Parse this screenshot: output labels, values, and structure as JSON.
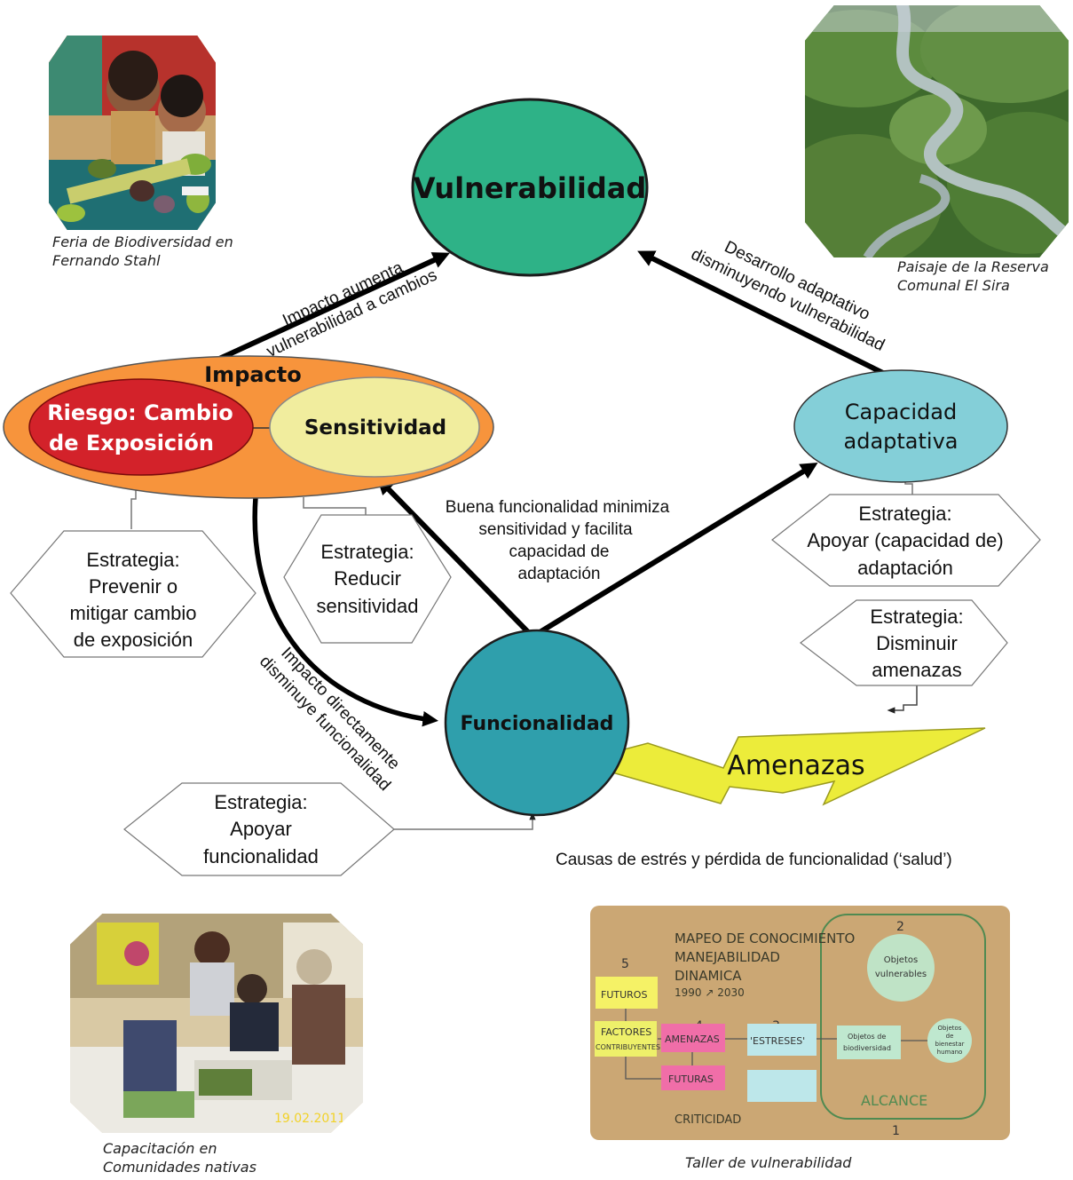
{
  "photos": {
    "feria": {
      "caption_1": "Feria de Biodiversidad en",
      "caption_2": "Fernando Stahl"
    },
    "paisaje": {
      "caption_1": "Paisaje de la Reserva",
      "caption_2": "Comunal El Sira"
    },
    "capacitacion": {
      "caption_1": "Capacitación en",
      "caption_2": "Comunidades nativas",
      "date_stamp": "19.02.2011"
    },
    "taller": {
      "caption": "Taller de vulnerabilidad",
      "board": {
        "title_1": "MAPEO DE CONOCIMIENTO",
        "title_2": "MANEJABILIDAD",
        "title_3": "DINAMICA",
        "title_4": "1990 ↗ 2030",
        "futuros": "FUTUROS",
        "factores_1": "FACTORES",
        "factores_2": "CONTRIBUYENTES",
        "amenazas": "AMENAZAS",
        "futuras": "FUTURAS",
        "estreses": "'ESTRESES'",
        "objetos_biodiv_1": "Objetos de",
        "objetos_biodiv_2": "biodiversidad",
        "objetos_vuln_1": "Objetos",
        "objetos_vuln_2": "vulnerables",
        "objetos_bien_1": "Objetos",
        "objetos_bien_2": "de",
        "objetos_bien_3": "bienestar",
        "objetos_bien_4": "humano",
        "alcance": "ALCANCE",
        "criticidad": "CRITICIDAD",
        "n1": "1",
        "n2": "2",
        "n3": "3",
        "n4": "4",
        "n5": "5"
      }
    }
  },
  "nodes": {
    "vulnerabilidad": "Vulnerabilidad",
    "impacto": "Impacto",
    "riesgo_1": "Riesgo: Cambio",
    "riesgo_2": "de Exposición",
    "sensitividad": "Sensitividad",
    "capacidad_1": "Capacidad",
    "capacidad_2": "adaptativa",
    "funcionalidad": "Funcionalidad",
    "amenazas": "Amenazas"
  },
  "arrows": {
    "impacto_aumenta_1": "Impacto aumenta",
    "impacto_aumenta_2": "vulnerabilidad a cambios",
    "desarrollo_1": "Desarrollo adaptativo",
    "desarrollo_2": "disminuyendo vulnerabilidad",
    "buena_1": "Buena funcionalidad minimiza",
    "buena_2": "sensitividad y facilita",
    "buena_3": "capacidad de",
    "buena_4": "adaptación",
    "directo_1": "Impacto directamente",
    "directo_2": "disminuye funcionalidad"
  },
  "strategies": {
    "prevenir": [
      "Estrategia:",
      "Prevenir o",
      "mitigar cambio",
      "de exposición"
    ],
    "reducir": [
      "Estrategia:",
      "Reducir",
      "sensitividad"
    ],
    "apoyar_capacidad": [
      "Estrategia:",
      "Apoyar (capacidad de)",
      "adaptación"
    ],
    "disminuir": [
      "Estrategia:",
      "Disminuir",
      "amenazas"
    ],
    "apoyar_funcionalidad": [
      "Estrategia:",
      "Apoyar",
      "funcionalidad"
    ]
  },
  "footer_note": "Causas de estrés y pérdida de funcionalidad (‘salud’)",
  "colors": {
    "vulnerabilidad": "#2eb287",
    "impacto": "#f7943c",
    "riesgo": "#d3222a",
    "sensitividad": "#f1ed9e",
    "capacidad": "#84cfd8",
    "funcionalidad": "#2f9fac",
    "amenazas": "#ecec3a"
  }
}
